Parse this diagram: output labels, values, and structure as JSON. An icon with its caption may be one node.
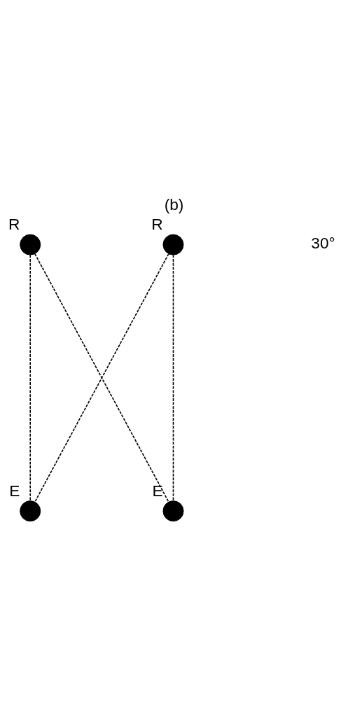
{
  "diagram": {
    "title": "(b)",
    "nodes": [
      {
        "text": [],
        "shape": "circle",
        "beside": [
          "R"
        ]
      },
      {
        "text": [],
        "shape": "circle",
        "beside": [
          "R"
        ]
      },
      {
        "text": [],
        "shape": "circle",
        "beside": [
          "E"
        ]
      },
      {
        "text": [],
        "shape": "circle",
        "beside": [
          "E"
        ]
      }
    ],
    "edges": [
      {
        "from": 0,
        "to": 2,
        "arrow": "none",
        "style": "dashed"
      },
      {
        "from": 0,
        "to": 3,
        "arrow": "none",
        "style": "dashed"
      },
      {
        "from": 1,
        "to": 2,
        "arrow": "none",
        "style": "dashed"
      },
      {
        "from": 1,
        "to": 3,
        "arrow": "none",
        "style": "dashed"
      }
    ],
    "labels": [
      "30°"
    ]
  }
}
